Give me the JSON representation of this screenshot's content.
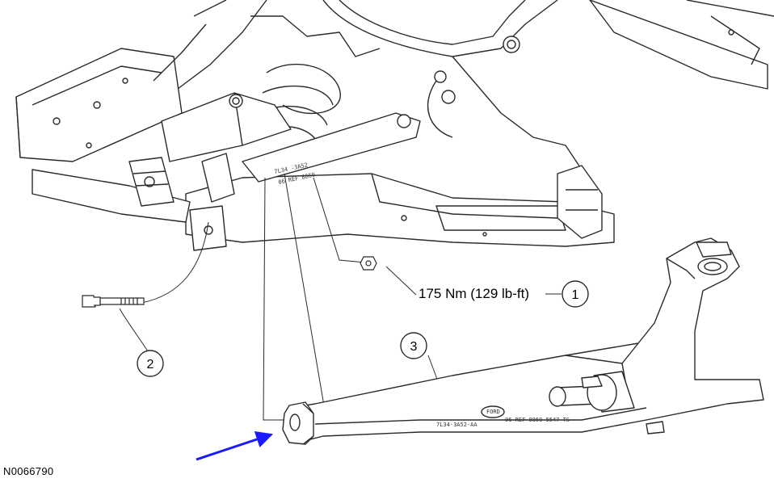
{
  "figure_id": "N0066790",
  "callouts": [
    {
      "number": "1",
      "text": "175 Nm (129 lb-ft)"
    },
    {
      "number": "2",
      "text": ""
    },
    {
      "number": "3",
      "text": ""
    }
  ],
  "arm_markings": {
    "line1": "7L34-3A52-AA",
    "line2": "06 REF 8869-5547-TS",
    "line3": "FORD"
  },
  "colors": {
    "line": "#2a2a2a",
    "arrow": "#1a1aff",
    "background": "#ffffff"
  },
  "icons": [
    "pointer-arrow-icon"
  ]
}
